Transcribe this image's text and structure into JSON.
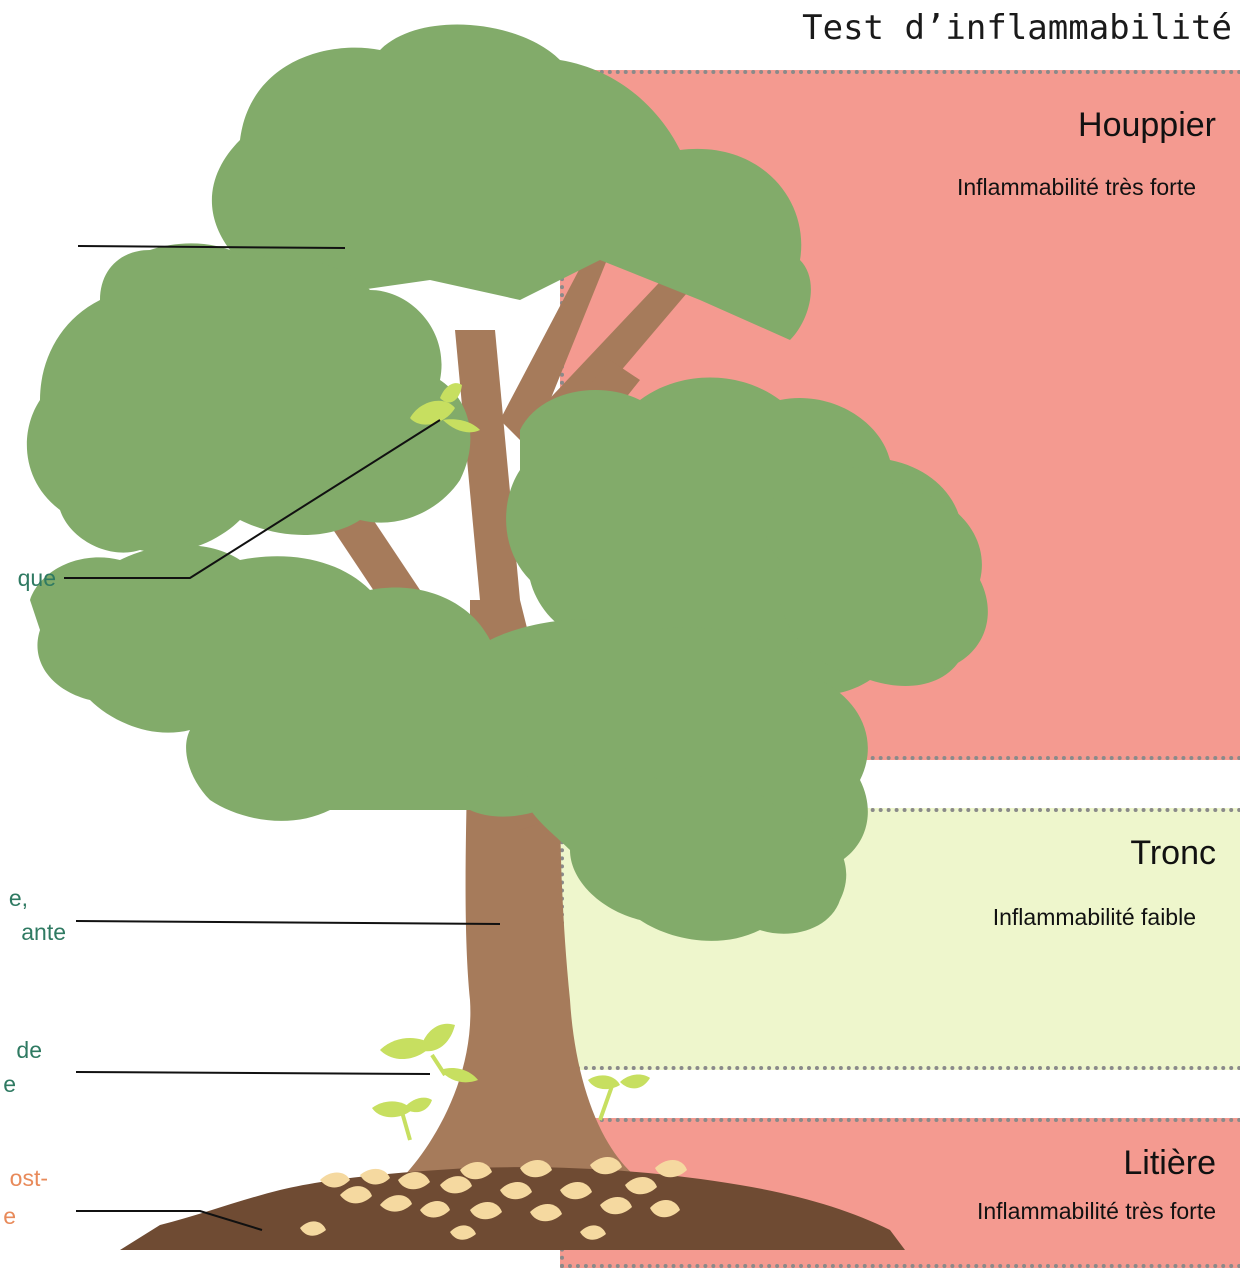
{
  "title": "Test d’inflammabilité",
  "zones": {
    "houppier": {
      "name": "Houppier",
      "desc": "Inflammabilité très forte"
    },
    "tronc": {
      "name": "Tronc",
      "desc": "Inflammabilité faible"
    },
    "litiere": {
      "name": "Litière",
      "desc": "Inflammabilité très forte"
    }
  },
  "side_labels": {
    "l1": "que",
    "l2a": "e,",
    "l2b": "ante",
    "l3a": "de",
    "l3b": "e",
    "l4a": "ost-",
    "l4b": "e"
  },
  "colors": {
    "high": "#f49a90",
    "low": "#eef6cc",
    "foliage": "#82ab6a",
    "trunk": "#a67b5b",
    "soil": "#6f4b33",
    "leaf_litter": "#f5d9a0",
    "sprout": "#c7df60"
  }
}
